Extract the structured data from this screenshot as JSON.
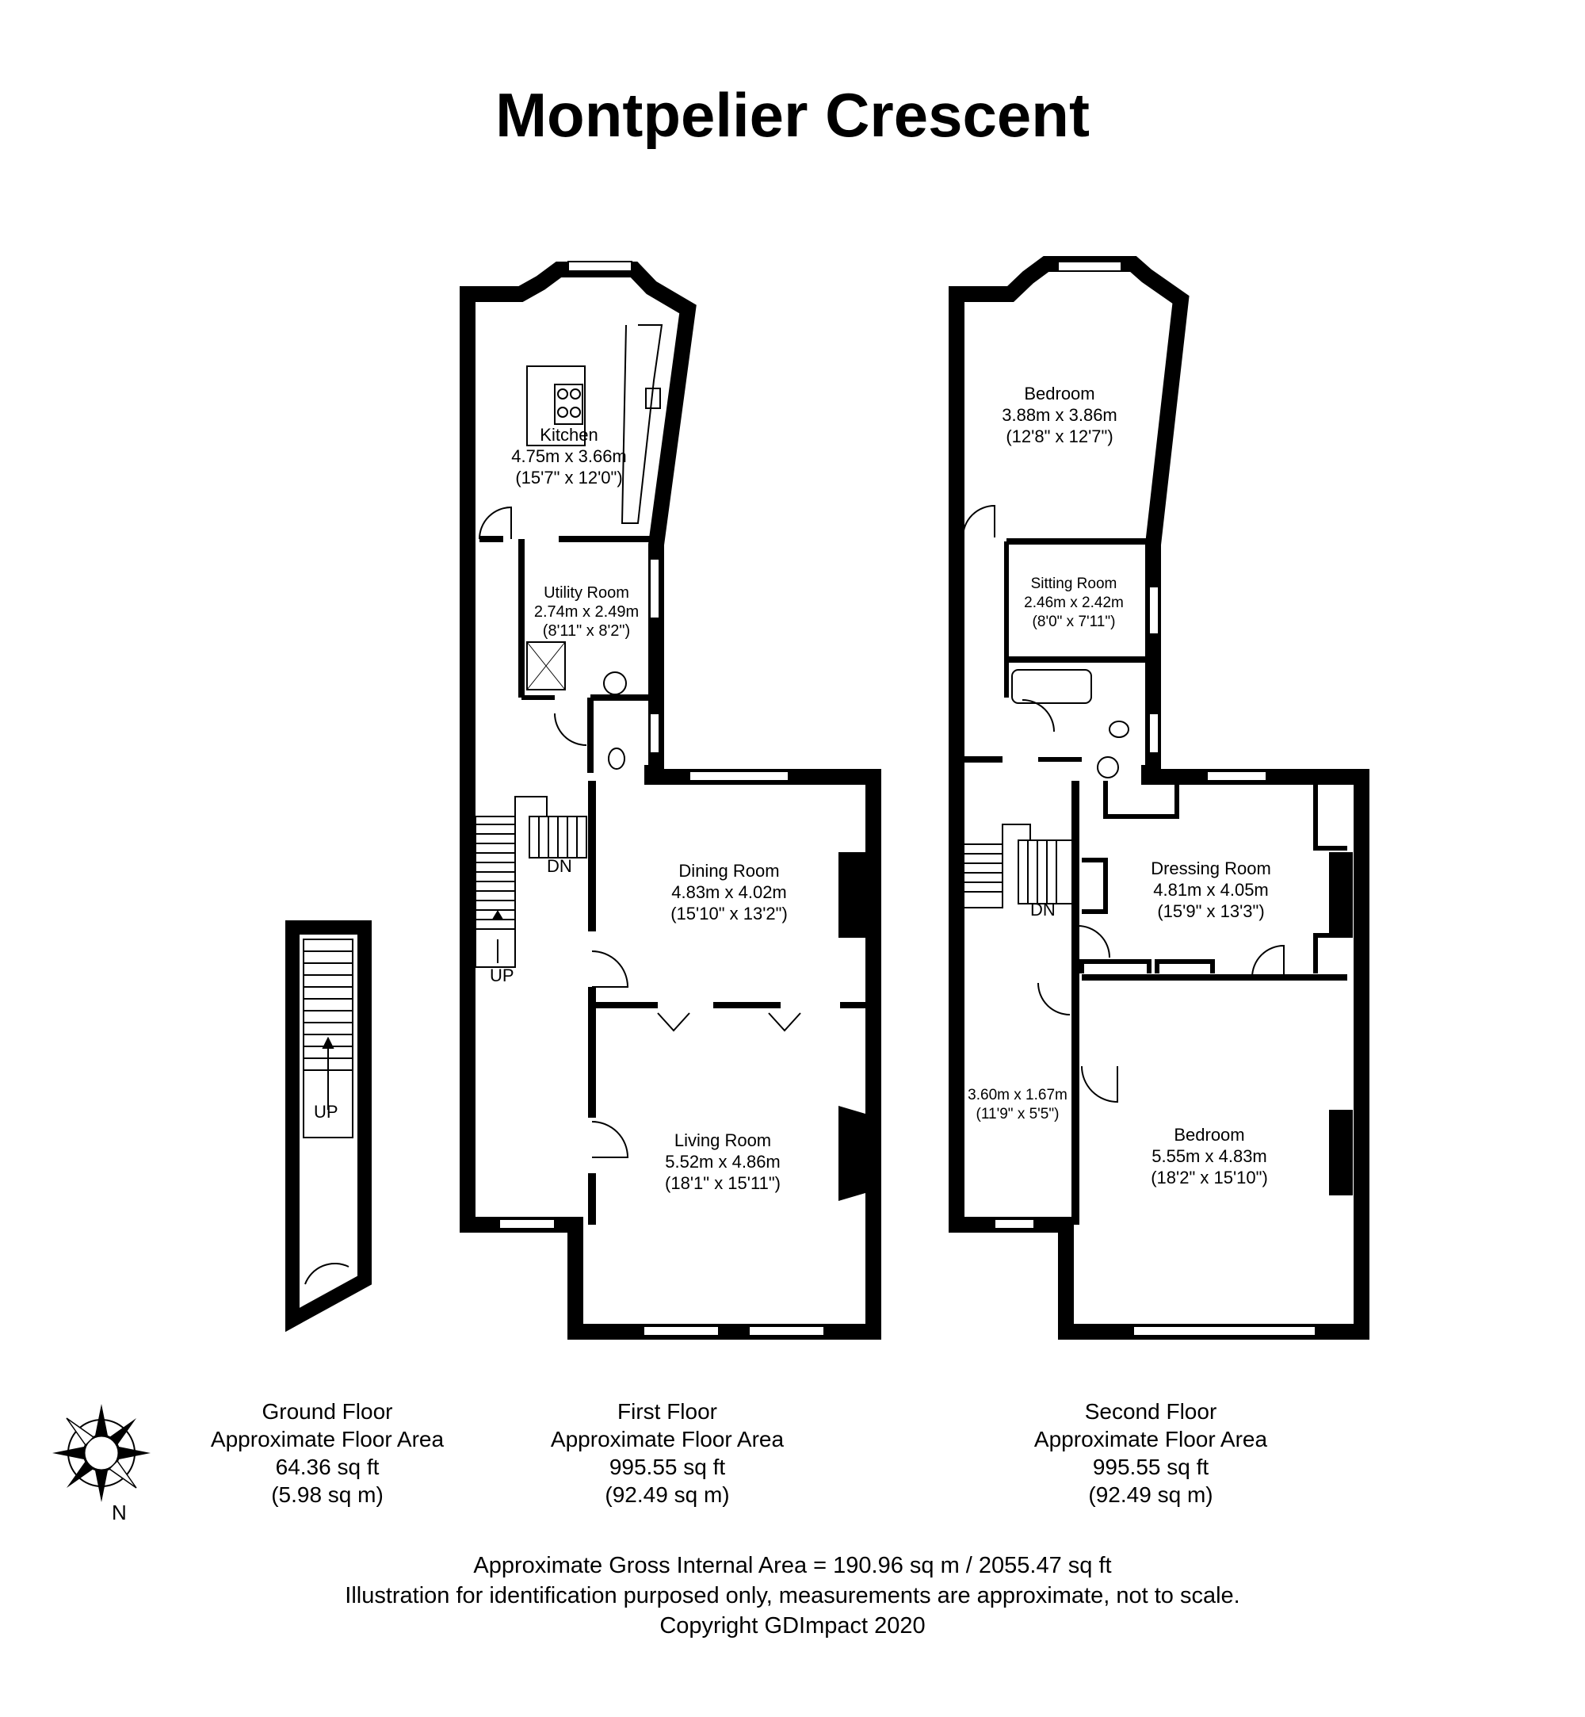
{
  "title": "Montpelier Crescent",
  "rooms": {
    "kitchen": {
      "name": "Kitchen",
      "metric": "4.75m x 3.66m",
      "imperial": "(15'7\" x 12'0\")"
    },
    "utility": {
      "name": "Utility Room",
      "metric": "2.74m x 2.49m",
      "imperial": "(8'11\" x 8'2\")"
    },
    "dining": {
      "name": "Dining Room",
      "metric": "4.83m x 4.02m",
      "imperial": "(15'10\" x 13'2\")"
    },
    "living": {
      "name": "Living Room",
      "metric": "5.52m x 4.86m",
      "imperial": "(18'1\" x 15'11\")"
    },
    "bedroom_top": {
      "name": "Bedroom",
      "metric": "3.88m x 3.86m",
      "imperial": "(12'8\" x 12'7\")"
    },
    "sitting": {
      "name": "Sitting Room",
      "metric": "2.46m x 2.42m",
      "imperial": "(8'0\" x 7'11\")"
    },
    "dressing": {
      "name": "Dressing Room",
      "metric": "4.81m x 4.05m",
      "imperial": "(15'9\" x 13'3\")"
    },
    "small_room": {
      "metric": "3.60m x 1.67m",
      "imperial": "(11'9\" x 5'5\")"
    },
    "bedroom_main": {
      "name": "Bedroom",
      "metric": "5.55m x 4.83m",
      "imperial": "(18'2\" x 15'10\")"
    }
  },
  "stairs": {
    "first_dn": "DN",
    "first_up": "UP",
    "ground_up": "UP",
    "second_dn": "DN"
  },
  "floors": {
    "ground": {
      "name": "Ground Floor",
      "label": "Approximate Floor Area",
      "sqft": "64.36 sq ft",
      "sqm": "(5.98 sq m)"
    },
    "first": {
      "name": "First Floor",
      "label": "Approximate Floor Area",
      "sqft": "995.55 sq ft",
      "sqm": "(92.49 sq m)"
    },
    "second": {
      "name": "Second Floor",
      "label": "Approximate Floor Area",
      "sqft": "995.55 sq ft",
      "sqm": "(92.49 sq m)"
    }
  },
  "compass": {
    "north_label": "N",
    "icon": "compass-rose-icon"
  },
  "footer": {
    "gross_area": "Approximate Gross Internal Area = 190.96 sq m / 2055.47 sq ft",
    "disclaimer": "Illustration for identification purposed only, measurements are approximate, not to scale.",
    "copyright": "Copyright GDImpact 2020"
  },
  "colors": {
    "wall": "#000000",
    "background": "#ffffff"
  }
}
